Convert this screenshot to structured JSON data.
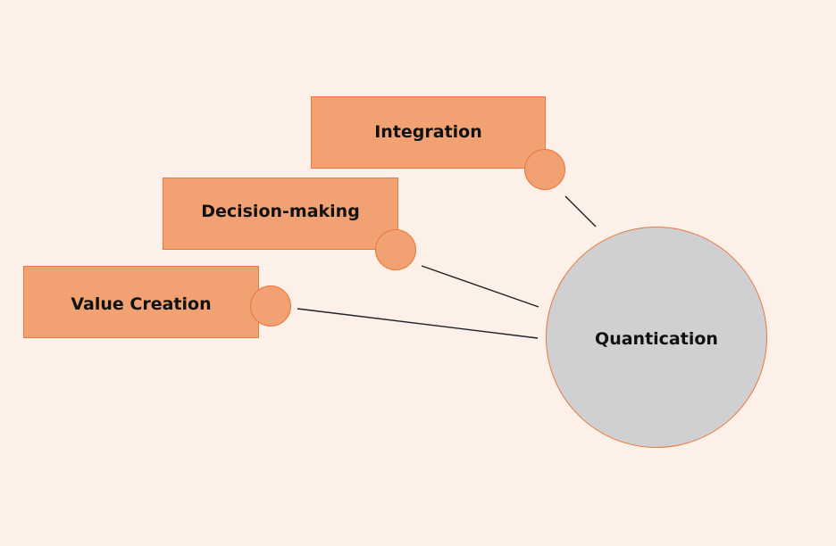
{
  "hub": {
    "label": "Quantication"
  },
  "branches": [
    {
      "label": "Integration"
    },
    {
      "label": "Decision-making"
    },
    {
      "label": "Value Creation"
    }
  ],
  "colors": {
    "background": "#fdf0e8",
    "box_fill": "#f2a172",
    "box_border": "#e8783f",
    "hub_fill": "#d0d0d2",
    "connector": "#222222"
  }
}
